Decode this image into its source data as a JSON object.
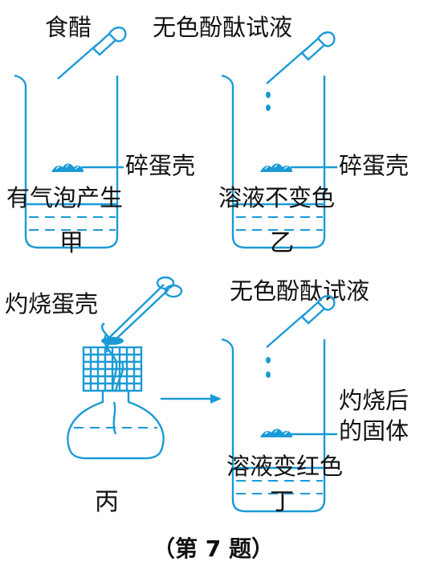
{
  "colors": {
    "line": "#1a9ad6",
    "text": "#111111"
  },
  "panels": {
    "jia": {
      "reagent": "食醋",
      "solid": "碎蛋壳",
      "observation": "有气泡产生",
      "caption": "甲"
    },
    "yi": {
      "reagent": "无色酚酞试液",
      "solid": "碎蛋壳",
      "observation": "溶液不变色",
      "caption": "乙"
    },
    "bing": {
      "action": "灼烧蛋壳",
      "caption": "丙"
    },
    "ding": {
      "reagent": "无色酚酞试液",
      "solid_line1": "灼烧后",
      "solid_line2": "的固体",
      "observation": "溶液变红色",
      "caption": "丁"
    }
  },
  "figure_label": "（第 7 题）"
}
